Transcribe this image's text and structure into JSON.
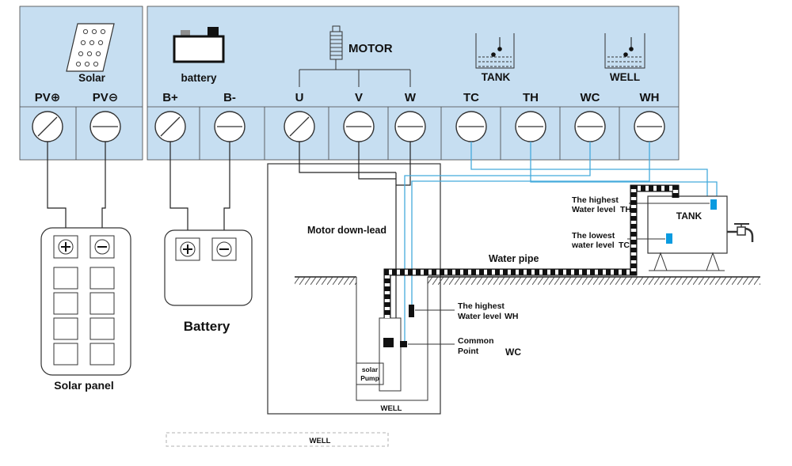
{
  "colors": {
    "banner_fill": "#c6def1",
    "outline": "#1a1a1a",
    "signal_wire": "#45aadc",
    "sensor_fill": "#0a9be0"
  },
  "terminal_strip": {
    "solar": {
      "title": "Solar",
      "plus": "PV⊕",
      "minus": "PV⊖"
    },
    "battery": {
      "title": "battery",
      "plus": "B+",
      "minus": "B-"
    },
    "motor": {
      "title": "MOTOR",
      "u": "U",
      "v": "V",
      "w": "W"
    },
    "tank": {
      "title": "TANK",
      "tc": "TC",
      "th": "TH"
    },
    "well": {
      "title": "WELL",
      "wc": "WC",
      "wh": "WH"
    }
  },
  "field": {
    "solar_panel_label": "Solar panel",
    "battery_label": "Battery",
    "motor_lead_label": "Motor down-lead",
    "water_pipe_label": "Water pipe",
    "tank": {
      "name": "TANK",
      "highest_1": "The highest",
      "highest_2": "Water level",
      "highest_code": "TH",
      "lowest_1": "The lowest",
      "lowest_2": "water level",
      "lowest_code": "TC"
    },
    "well": {
      "name": "WELL",
      "pump_1": "solar",
      "pump_2": "Pump",
      "highest_1": "The highest",
      "highest_2": "Water level",
      "highest_code": "WH",
      "common_1": "Common",
      "common_2": "Point",
      "common_code": "WC",
      "zone_label": "WELL"
    }
  }
}
